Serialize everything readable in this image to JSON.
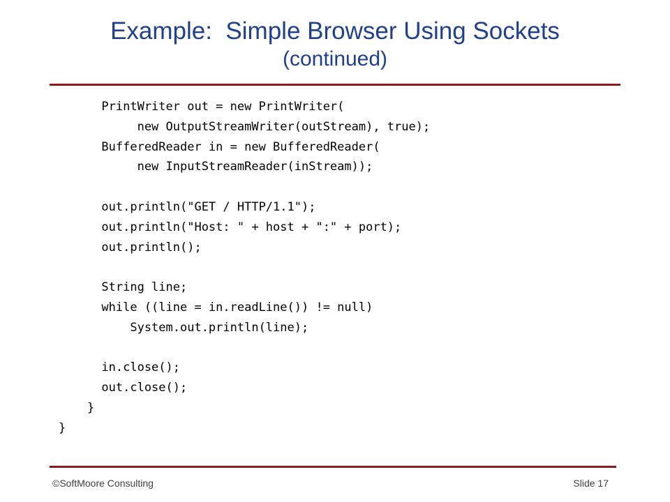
{
  "slide": {
    "title_line1": "Example:  Simple Browser Using Sockets",
    "title_line2": "(continued)",
    "code_lines": [
      "      PrintWriter out = new PrintWriter(",
      "           new OutputStreamWriter(outStream), true);",
      "      BufferedReader in = new BufferedReader(",
      "           new InputStreamReader(inStream));",
      "",
      "      out.println(\"GET / HTTP/1.1\");",
      "      out.println(\"Host: \" + host + \":\" + port);",
      "      out.println();",
      "",
      "      String line;",
      "      while ((line = in.readLine()) != null)",
      "          System.out.println(line);",
      "",
      "      in.close();",
      "      out.close();",
      "    }",
      "}"
    ],
    "footer_left": "©SoftMoore Consulting",
    "footer_right": "Slide 17",
    "colors": {
      "title": "#1f3f8f",
      "rule": "#8b1a1a",
      "code": "#000000",
      "footer": "#404040"
    }
  }
}
